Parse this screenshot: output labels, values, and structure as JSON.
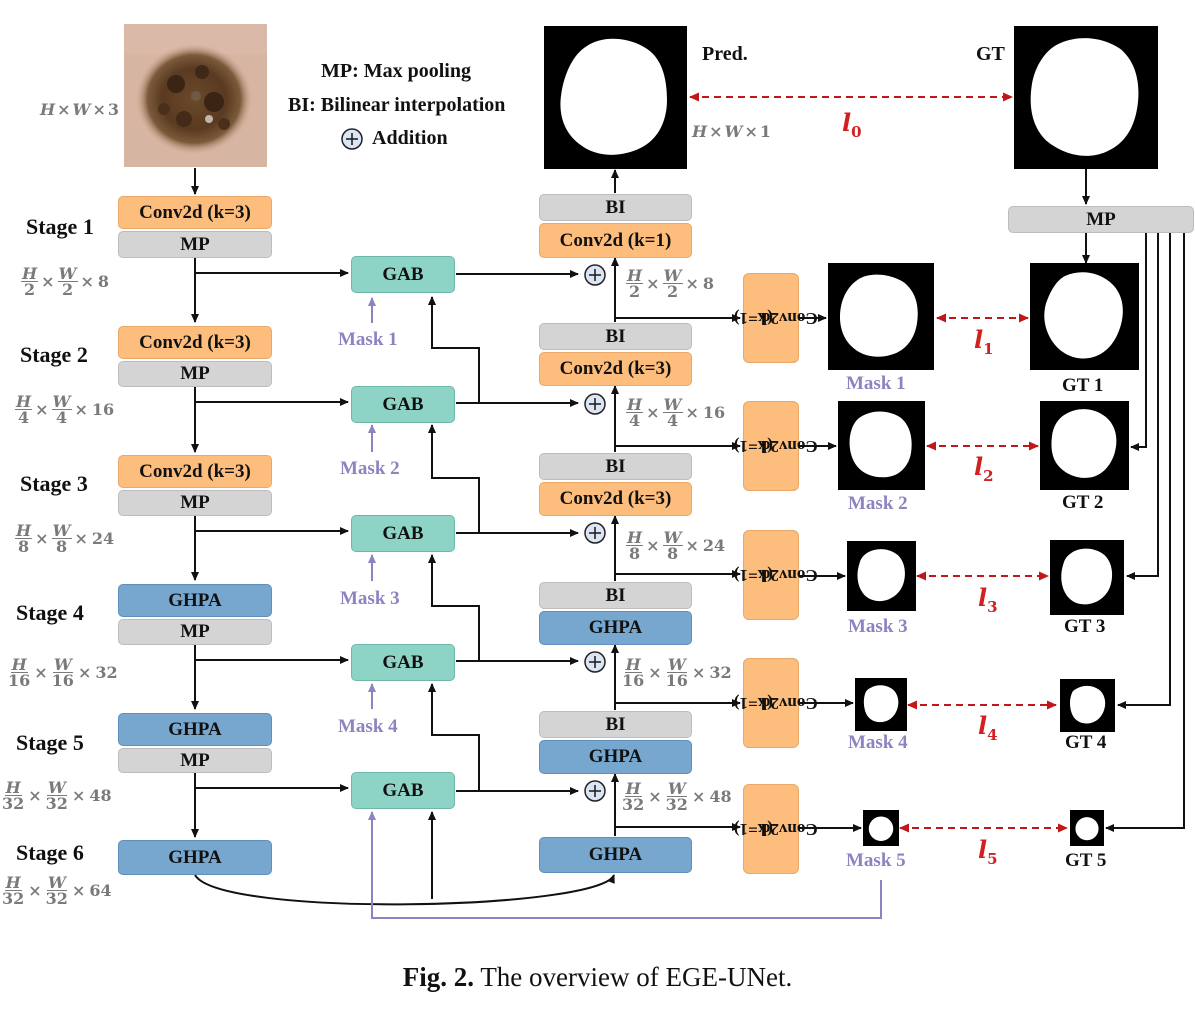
{
  "legend": {
    "mp": "MP: Max pooling",
    "bi": "BI: Bilinear interpolation",
    "add": "Addition"
  },
  "input_dim": {
    "h": "H",
    "w": "W",
    "c": "3"
  },
  "pred_label": "Pred.",
  "gt_label": "GT",
  "pred_dim": {
    "h": "H",
    "w": "W",
    "c": "1"
  },
  "stages": [
    {
      "label": "Stage 1",
      "top_block": "Conv2d (k=3)",
      "bottom_block": "MP",
      "dim": {
        "h": "H",
        "hd": "2",
        "w": "W",
        "wd": "2",
        "c": "8"
      }
    },
    {
      "label": "Stage 2",
      "top_block": "Conv2d (k=3)",
      "bottom_block": "MP",
      "dim": {
        "h": "H",
        "hd": "4",
        "w": "W",
        "wd": "4",
        "c": "16"
      }
    },
    {
      "label": "Stage 3",
      "top_block": "Conv2d (k=3)",
      "bottom_block": "MP",
      "dim": {
        "h": "H",
        "hd": "8",
        "w": "W",
        "wd": "8",
        "c": "24"
      }
    },
    {
      "label": "Stage 4",
      "top_block": "GHPA",
      "bottom_block": "MP",
      "dim": {
        "h": "H",
        "hd": "16",
        "w": "W",
        "wd": "16",
        "c": "32"
      }
    },
    {
      "label": "Stage 5",
      "top_block": "GHPA",
      "bottom_block": "MP",
      "dim": {
        "h": "H",
        "hd": "32",
        "w": "W",
        "wd": "32",
        "c": "48"
      }
    },
    {
      "label": "Stage 6",
      "top_block": "GHPA",
      "dim": {
        "h": "H",
        "hd": "32",
        "w": "W",
        "wd": "32",
        "c": "64"
      }
    }
  ],
  "gab_label": "GAB",
  "mask_inputs": [
    "Mask 1",
    "Mask 2",
    "Mask 3",
    "Mask 4"
  ],
  "decoder": [
    {
      "top": "BI",
      "bottom": "Conv2d (k=1)"
    },
    {
      "top": "BI",
      "bottom": "Conv2d (k=3)"
    },
    {
      "top": "BI",
      "bottom": "Conv2d (k=3)"
    },
    {
      "top": "BI",
      "bottom": "GHPA"
    },
    {
      "top": "BI",
      "bottom": "GHPA"
    },
    {
      "bottom": "GHPA"
    }
  ],
  "decoder_dims": [
    {
      "h": "H",
      "hd": "2",
      "w": "W",
      "wd": "2",
      "c": "8"
    },
    {
      "h": "H",
      "hd": "4",
      "w": "W",
      "wd": "4",
      "c": "16"
    },
    {
      "h": "H",
      "hd": "8",
      "w": "W",
      "wd": "8",
      "c": "24"
    },
    {
      "h": "H",
      "hd": "16",
      "w": "W",
      "wd": "16",
      "c": "32"
    },
    {
      "h": "H",
      "hd": "32",
      "w": "W",
      "wd": "32",
      "c": "48"
    }
  ],
  "side_conv": {
    "line1": "Conv2d",
    "line2": "(k=1)"
  },
  "side_masks": [
    "Mask 1",
    "Mask 2",
    "Mask 3",
    "Mask 4",
    "Mask 5"
  ],
  "gt_masks": [
    "GT 1",
    "GT 2",
    "GT 3",
    "GT 4",
    "GT 5"
  ],
  "gt_mp": "MP",
  "losses": [
    {
      "sym": "l",
      "sub": "0"
    },
    {
      "sym": "l",
      "sub": "1"
    },
    {
      "sym": "l",
      "sub": "2"
    },
    {
      "sym": "l",
      "sub": "3"
    },
    {
      "sym": "l",
      "sub": "4"
    },
    {
      "sym": "l",
      "sub": "5"
    }
  ],
  "caption": {
    "bold": "Fig. 2.",
    "text": "The overview of EGE-UNet."
  },
  "colors": {
    "conv": "#fdbd7d",
    "pool": "#d4d4d4",
    "ghpa": "#77a6cf",
    "gab": "#8ed4c6",
    "mask_text": "#8b84c0",
    "loss": "#d21f1f",
    "dim_text": "#7a7a7a"
  }
}
